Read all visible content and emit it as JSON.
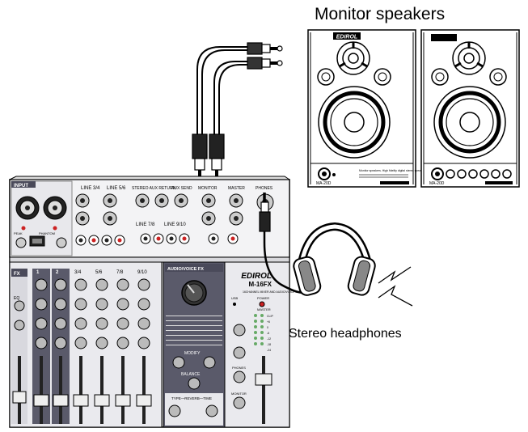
{
  "labels": {
    "monitor_speakers": "Monitor speakers",
    "stereo_headphones": "Stereo headphones"
  },
  "speaker_left": {
    "brand": "EDIROL",
    "model": "MA-20D",
    "small_text": "Monitor speakers. High fidelity digital stereo speakers"
  },
  "speaker_right": {
    "model": "MA-20D"
  },
  "mixer": {
    "brand": "EDIROL",
    "model": "M-16FX",
    "subtitle": "16CHANNEL MIXER AND AUDIO/VOICE EFFECTS",
    "top_labels": {
      "input": "INPUT",
      "line34": "LINE 3/4",
      "line56": "LINE 5/6",
      "stereo_aux_return": "STEREO AUX RETURN",
      "aux_send": "AUX SEND",
      "monitor": "MONITOR",
      "master": "MASTER",
      "phones": "PHONES",
      "line78": "LINE 7/8",
      "line910": "LINE 9/10"
    },
    "channel_labels": [
      "1",
      "2",
      "3/4",
      "5/6",
      "7/8",
      "9/10"
    ],
    "fx_labels": {
      "title": "AUDIO/VOICE FX",
      "modify": "MODIFY",
      "balance": "BALANCE",
      "reverb": "TYPE—REVERB—TIME"
    },
    "right_labels": {
      "usb": "USB",
      "power": "POWER",
      "master": "MASTER",
      "phones": "PHONES",
      "monitor": "MONITOR"
    },
    "meter_labels": [
      "CLIP",
      "+6",
      "0",
      "-6",
      "-12",
      "-18",
      "-24"
    ],
    "left_labels": {
      "eq": "EQ",
      "fx": "FX",
      "phantom": "PHANTOM",
      "peak": "PEAK"
    }
  },
  "colors": {
    "line": "#000000",
    "mixer_panel": "#efeff1",
    "mixer_dark": "#4a4a5a",
    "fader_strip": "#5a5a6a",
    "accent_red": "#cc2222"
  }
}
